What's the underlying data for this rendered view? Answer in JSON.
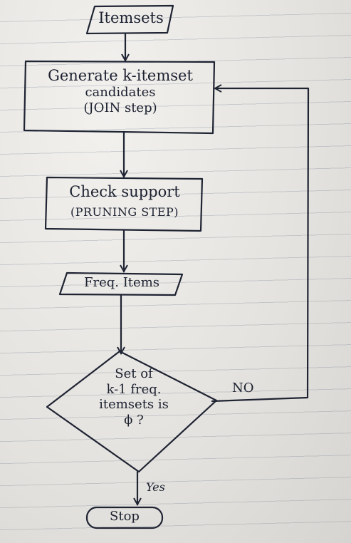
{
  "nodes": {
    "itemsets_input": {
      "label": "Itemsets"
    },
    "generate": {
      "lines": [
        "Generate k-itemset",
        "candidates",
        "(JOIN step)"
      ]
    },
    "check": {
      "lines": [
        "Check support",
        "(PRUNING STEP)"
      ]
    },
    "freq_items": {
      "label": "Freq. Items"
    },
    "decision": {
      "lines": [
        "Set of",
        "k-1 freq.",
        "itemsets is",
        "ϕ ?"
      ]
    },
    "stop": {
      "label": "Stop"
    }
  },
  "edges": {
    "no_label": "NO",
    "yes_label": "Yes"
  }
}
